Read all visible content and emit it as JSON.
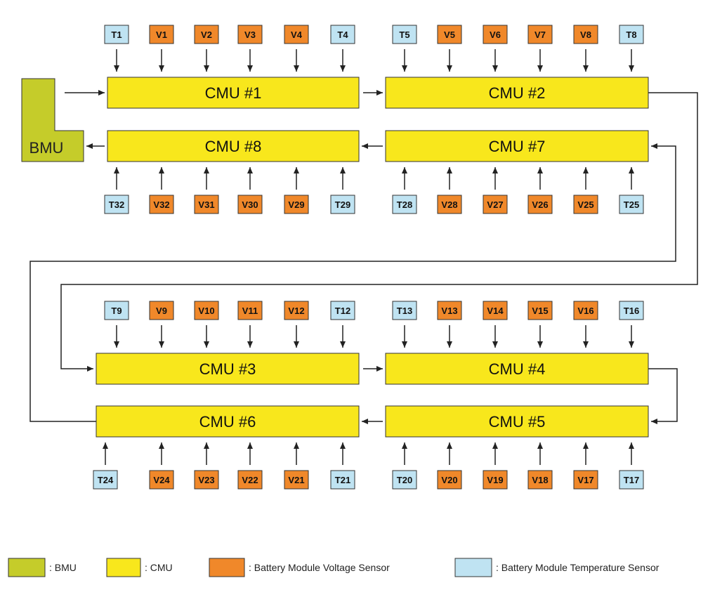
{
  "colors": {
    "bmu": "#c5cc2a",
    "cmu": "#f8e71c",
    "voltage_sensor": "#f0882a",
    "temperature_sensor": "#bfe3f2",
    "stroke": "#333333",
    "line": "#222222"
  },
  "bmu": {
    "label": "BMU"
  },
  "cmus": [
    {
      "id": "cmu-1",
      "label": "CMU #1",
      "sensors": [
        "T1",
        "V1",
        "V2",
        "V3",
        "V4",
        "T4"
      ]
    },
    {
      "id": "cmu-2",
      "label": "CMU #2",
      "sensors": [
        "T5",
        "V5",
        "V6",
        "V7",
        "V8",
        "T8"
      ]
    },
    {
      "id": "cmu-8",
      "label": "CMU #8",
      "sensors": [
        "T32",
        "V32",
        "V31",
        "V30",
        "V29",
        "T29"
      ]
    },
    {
      "id": "cmu-7",
      "label": "CMU #7",
      "sensors": [
        "T28",
        "V28",
        "V27",
        "V26",
        "V25",
        "T25"
      ]
    },
    {
      "id": "cmu-3",
      "label": "CMU #3",
      "sensors": [
        "T9",
        "V9",
        "V10",
        "V11",
        "V12",
        "T12"
      ]
    },
    {
      "id": "cmu-4",
      "label": "CMU #4",
      "sensors": [
        "T13",
        "V13",
        "V14",
        "V15",
        "V16",
        "T16"
      ]
    },
    {
      "id": "cmu-6",
      "label": "CMU #6",
      "sensors": [
        "T24",
        "V24",
        "V23",
        "V22",
        "V21",
        "T21"
      ]
    },
    {
      "id": "cmu-5",
      "label": "CMU #5",
      "sensors": [
        "T20",
        "V20",
        "V19",
        "V18",
        "V17",
        "T17"
      ]
    }
  ],
  "legend": [
    {
      "kind": "bmu",
      "text": ": BMU"
    },
    {
      "kind": "cmu",
      "text": ": CMU"
    },
    {
      "kind": "voltage_sensor",
      "text": ": Battery Module Voltage Sensor"
    },
    {
      "kind": "temperature_sensor",
      "text": ": Battery Module Temperature Sensor"
    }
  ]
}
